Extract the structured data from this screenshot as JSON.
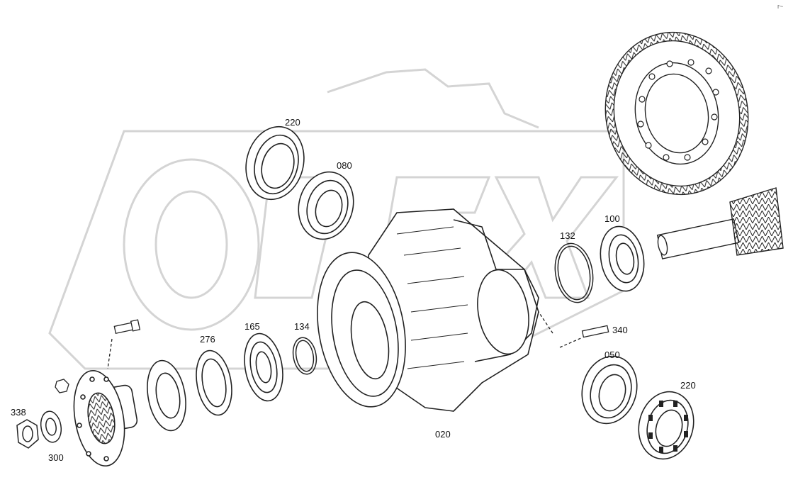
{
  "watermark": {
    "text": "OPEX",
    "color": "#d9d9d9"
  },
  "line_color": "#222222",
  "corner_mark": "r~",
  "parts": [
    {
      "id": "220-top",
      "label": "220",
      "name": "bearing-seal"
    },
    {
      "id": "080",
      "label": "080",
      "name": "tapered-roller-bearing"
    },
    {
      "id": "132",
      "label": "132",
      "name": "snap-ring"
    },
    {
      "id": "100",
      "label": "100",
      "name": "pinion-bearing"
    },
    {
      "id": "340",
      "label": "340",
      "name": "dowel-pin"
    },
    {
      "id": "050",
      "label": "050",
      "name": "roller-bearing"
    },
    {
      "id": "220-bottom",
      "label": "220",
      "name": "bearing-cage"
    },
    {
      "id": "020",
      "label": "020",
      "name": "differential-housing"
    },
    {
      "id": "134",
      "label": "134",
      "name": "retaining-ring"
    },
    {
      "id": "165",
      "label": "165",
      "name": "ball-bearing"
    },
    {
      "id": "276",
      "label": "276",
      "name": "shaft-seal"
    },
    {
      "id": "338",
      "label": "338",
      "name": "lock-nut"
    },
    {
      "id": "300",
      "label": "300",
      "name": "washer"
    }
  ]
}
